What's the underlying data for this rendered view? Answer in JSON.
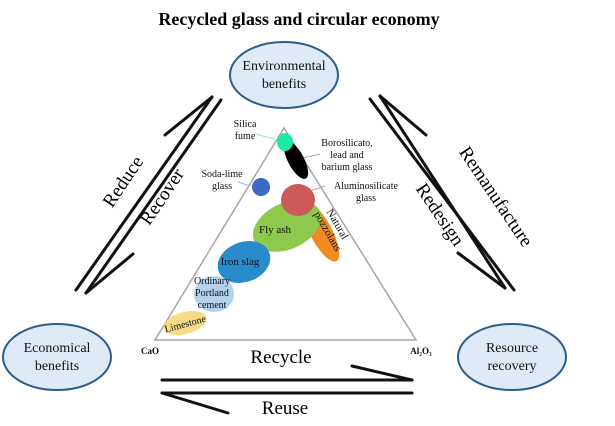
{
  "title": "Recycled glass and circular economy",
  "nodes": {
    "top": {
      "lines": [
        "Environmental",
        "benefits"
      ]
    },
    "left": {
      "lines": [
        "Economical",
        "benefits"
      ]
    },
    "right": {
      "lines": [
        "Resource",
        "recovery"
      ]
    }
  },
  "arrows": {
    "left_outer": "Reduce",
    "left_inner": "Recover",
    "right_outer": "Remanufacture",
    "right_inner": "Redesign",
    "bottom_top": "Recycle",
    "bottom_bottom": "Reuse"
  },
  "ternary": {
    "corners": {
      "left": "CaO",
      "right": "Al₂O₃"
    },
    "materials": [
      {
        "id": "silica-fume",
        "lines": [
          "Silica",
          "fume"
        ],
        "color": "#1de9a0"
      },
      {
        "id": "borosilicate",
        "lines": [
          "Borosilicato,",
          "lead and",
          "barium glass"
        ],
        "color": "#000000"
      },
      {
        "id": "soda-lime",
        "lines": [
          "Soda-lime",
          "glass"
        ],
        "color": "#3b6bc4"
      },
      {
        "id": "aluminosilicate",
        "lines": [
          "Aluminosilicate",
          "glass"
        ],
        "color": "#cc5a5a"
      },
      {
        "id": "natural-pozzolans",
        "lines": [
          "Natural",
          "pozzolans"
        ],
        "color": "#f28a22"
      },
      {
        "id": "fly-ash",
        "lines": [
          "Fly ash"
        ],
        "color": "#8ec94e"
      },
      {
        "id": "iron-slag",
        "lines": [
          "Iron slag"
        ],
        "color": "#2a8bcc"
      },
      {
        "id": "opc",
        "lines": [
          "Ordinary",
          "Portland",
          "cement"
        ],
        "color": "#b4d2ee"
      },
      {
        "id": "limestone",
        "lines": [
          "Limestone"
        ],
        "color": "#f6dc84"
      }
    ]
  },
  "colors": {
    "node_fill": "#deebf7",
    "node_stroke": "#2e5d8c",
    "triangle_stroke": "#a6a6a6",
    "leader_soda": "#9fb4d8",
    "leader_silica": "#8ee6c2",
    "leader_boro": "#b0b0b0",
    "leader_alumino": "#e08f8f"
  }
}
